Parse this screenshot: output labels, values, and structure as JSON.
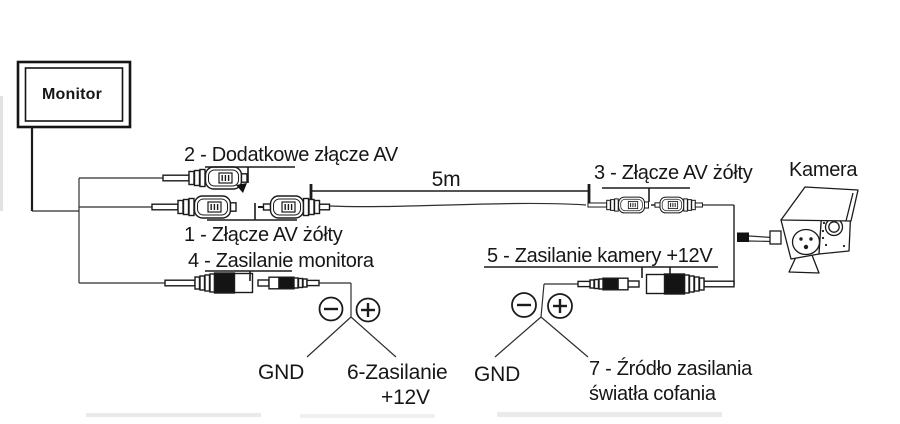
{
  "diagram": {
    "monitor_label": "Monitor",
    "camera_label": "Kamera",
    "cable_length": "5m",
    "labels": {
      "l1": "1 - Złącze AV żółty",
      "l2": "2 - Dodatkowe złącze AV",
      "l3": "3 - Złącze AV żółty",
      "l4": "4 - Zasilanie monitora",
      "l5": "5 - Zasilanie kamery +12V",
      "l6_line1": "6-Zasilanie",
      "l6_line2": "+12V",
      "l7_line1": "7 - Źródło zasilania",
      "l7_line2": "światła cofania",
      "gnd_monitor_side": "GND",
      "gnd_camera_side": "GND"
    },
    "icons": {
      "minus": "−",
      "plus": "+"
    },
    "colors": {
      "ink": "#1b1b1b",
      "background": "#ffffff"
    }
  }
}
